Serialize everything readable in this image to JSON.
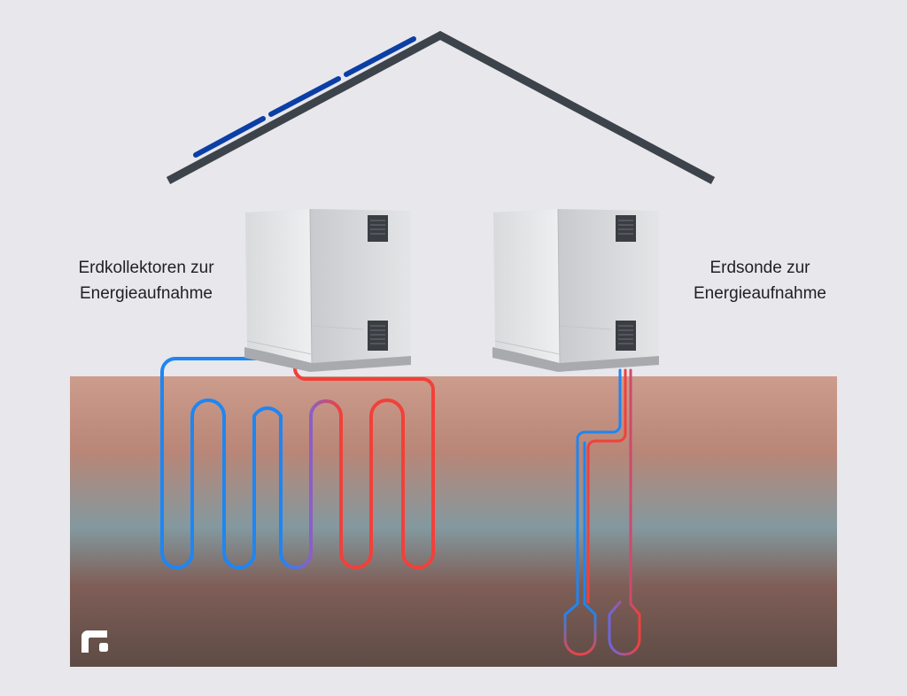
{
  "labels": {
    "left": {
      "line1": "Erdkollektoren zur",
      "line2": "Energieaufnahme"
    },
    "right": {
      "line1": "Erdsonde zur",
      "line2": "Energieaufnahme"
    }
  },
  "colors": {
    "background": "#e8e7ec",
    "roof": "#3d434b",
    "solar_panel": "#0b3fa6",
    "cold_pipe": "#1e86f3",
    "warm_pipe": "#f2403a",
    "mixed_pipe": "#7b66d9",
    "ground_top": "#cc9c8c",
    "ground_middle": "#83999f",
    "ground_bottom": "#604a44",
    "logo": "#ffffff"
  },
  "icons": {
    "logo": "brand-logo-icon",
    "heat_pump": "heat-pump-unit-icon",
    "vent": "vent-grille-icon"
  }
}
